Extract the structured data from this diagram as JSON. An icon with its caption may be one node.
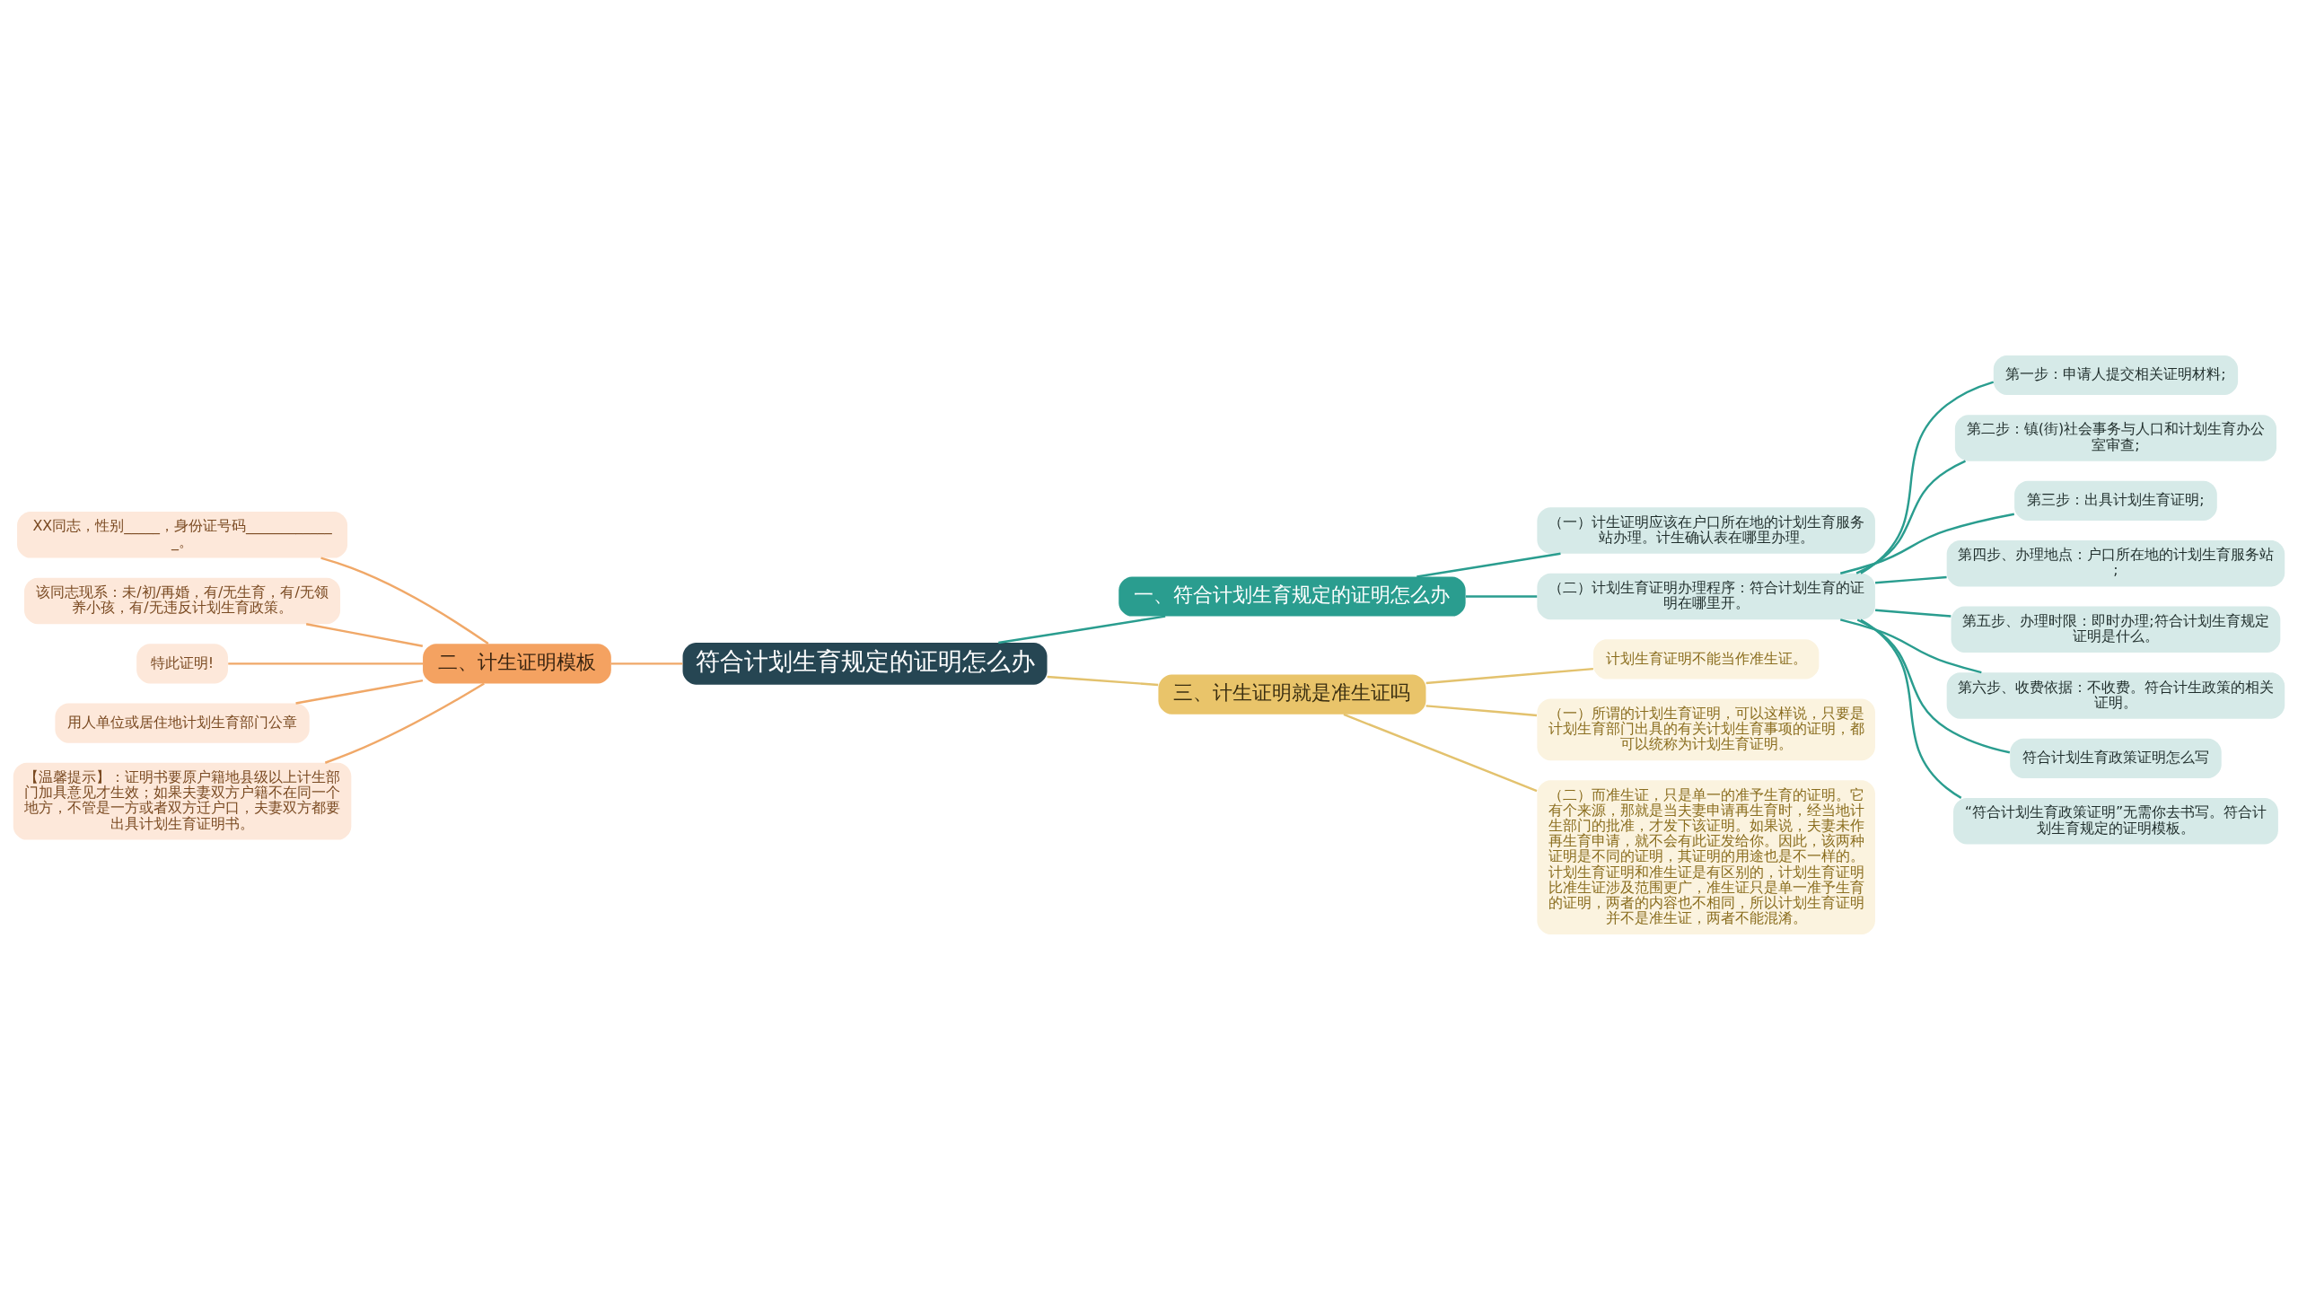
{
  "diagram": {
    "nodes": [
      {
        "text": [
          "符合计划生育规定的证明怎么办"
        ]
      },
      {
        "text": [
          "一、符合计划生育规定的证明怎么办"
        ]
      },
      {
        "text": [
          "（一）计生证明应该在户口所在地的计划生育服务站办理。计生确认表在哪里办理。"
        ]
      },
      {
        "text": [
          "（二）计划生育证明办理程序：符合计划生育的证明在哪里开。"
        ]
      },
      {
        "text": [
          "第一步：申请人提交相关证明材料;"
        ]
      },
      {
        "text": [
          "第二步：镇(街)社会事务与人口和计划生育办公室审查;"
        ]
      },
      {
        "text": [
          "第三步：出具计划生育证明;"
        ]
      },
      {
        "text": [
          "第四步、办理地点：户口所在地的计划生育服务站;"
        ]
      },
      {
        "text": [
          "第五步、办理时限：即时办理;符合计划生育规定证明是什么。"
        ]
      },
      {
        "text": [
          "第六步、收费依据：不收费。符合计生政策的相关证明。"
        ]
      },
      {
        "text": [
          "符合计划生育政策证明怎么写"
        ]
      },
      {
        "text": [
          "“符合计划生育政策证明”无需你去书写。符合计划生育规定的证明模板。"
        ]
      },
      {
        "text": [
          "二、计生证明模板"
        ]
      },
      {
        "text": [
          "XX同志，性别_____，身份证号码_____________。"
        ]
      },
      {
        "text": [
          "该同志现系：未/初/再婚，有/无生育，有/无领养小孩，有/无违反计划生育政策。"
        ]
      },
      {
        "text": [
          "特此证明!"
        ]
      },
      {
        "text": [
          "用人单位或居住地计划生育部门公章"
        ]
      },
      {
        "text": [
          "【温馨提示】：证明书要原户籍地县级以上计生部门加具意见才生效；如果夫妻双方户籍不在同一个地方，不管是一方或者双方迁户口，夫妻双方都要出具计划生育证明书。"
        ]
      },
      {
        "text": [
          "三、计生证明就是准生证吗"
        ]
      },
      {
        "text": [
          "计划生育证明不能当作准生证。"
        ]
      },
      {
        "text": [
          "（一）所谓的计划生育证明，可以这样说，只要是计划生育部门出具的有关计划生育事项的证明，都可以统称为计划生育证明。"
        ]
      },
      {
        "text": [
          "（二）而准生证，只是单一的准予生育的证明。它有个来源，那就是当夫妻申请再生育时，经当地计生部门的批准，才发下该证明。如果说，夫妻未作再生育申请，就不会有此证发给你。因此，该两种证明是不同的证明，其证明的用途也是不一样的。计划生育证明和准生证是有区别的，计划生育证明比准生证涉及范围更广，准生证只是单一准予生育的证明，两者的内容也不相同，所以计划生育证明并不是准生证，两者不能混淆。"
        ]
      }
    ],
    "edges": [
      {
        "from": 0,
        "to": 1,
        "arrow": "none"
      },
      {
        "from": 1,
        "to": 2,
        "arrow": "none"
      },
      {
        "from": 1,
        "to": 3,
        "arrow": "none"
      },
      {
        "from": 3,
        "to": 4,
        "arrow": "none"
      },
      {
        "from": 3,
        "to": 5,
        "arrow": "none"
      },
      {
        "from": 3,
        "to": 6,
        "arrow": "none"
      },
      {
        "from": 3,
        "to": 7,
        "arrow": "none"
      },
      {
        "from": 3,
        "to": 8,
        "arrow": "none"
      },
      {
        "from": 3,
        "to": 9,
        "arrow": "none"
      },
      {
        "from": 3,
        "to": 10,
        "arrow": "none"
      },
      {
        "from": 3,
        "to": 11,
        "arrow": "none"
      },
      {
        "from": 0,
        "to": 12,
        "arrow": "none",
        "color": "#f0a868"
      },
      {
        "from": 12,
        "to": 13,
        "arrow": "none",
        "color": "#f0a868"
      },
      {
        "from": 12,
        "to": 14,
        "arrow": "none",
        "color": "#f0a868"
      },
      {
        "from": 12,
        "to": 15,
        "arrow": "none",
        "color": "#f0a868"
      },
      {
        "from": 12,
        "to": 16,
        "arrow": "none",
        "color": "#f0a868"
      },
      {
        "from": 12,
        "to": 17,
        "arrow": "none",
        "color": "#f0a868"
      },
      {
        "from": 0,
        "to": 18,
        "arrow": "none",
        "color": "#e3c26e"
      },
      {
        "from": 18,
        "to": 19,
        "arrow": "none",
        "color": "#e3c26e"
      },
      {
        "from": 18,
        "to": 20,
        "arrow": "none",
        "color": "#e3c26e"
      },
      {
        "from": 18,
        "to": 21,
        "arrow": "none",
        "color": "#e3c26e"
      }
    ]
  }
}
